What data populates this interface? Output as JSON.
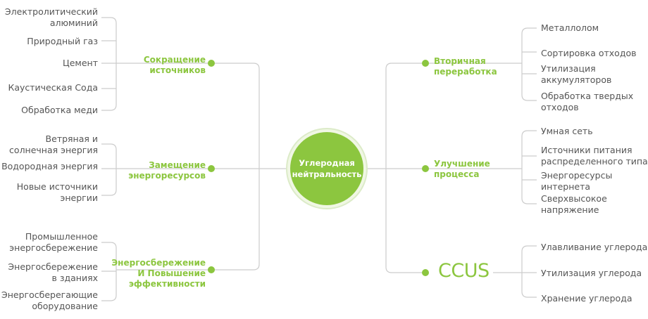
{
  "center": {
    "label": "Углеродная\nнейтральность"
  },
  "colors": {
    "accent": "#8cc63f",
    "line": "#cccccc",
    "text": "#555555"
  },
  "left": [
    {
      "label": "Сокращение\nисточников",
      "items": [
        "Электролитический\nалюминий",
        "Природный газ",
        "Цемент",
        "Каустическая Сода",
        "Обработка меди"
      ]
    },
    {
      "label": "Замещение\nэнергоресурсов",
      "items": [
        "Ветряная и\nсолнечная энергия",
        "Водородная энергия",
        "Новые источники\nэнергии"
      ]
    },
    {
      "label": "Энергосбережение\nИ Повышение\nэффективности",
      "items": [
        "Промышленное\nэнергосбережение",
        "Энергосбережение\nв зданиях",
        "Энергосберегающие\nоборудование"
      ]
    }
  ],
  "right": [
    {
      "label": "Вторичная\nпереработка",
      "items": [
        "Металлолом",
        "Сортировка отходов",
        "Утилизация\nаккумуляторов",
        "Обработка твердых\nотходов"
      ]
    },
    {
      "label": "Улучшение\nпроцесса",
      "items": [
        "Умная сеть",
        "Источники питания\nраспределенного типа",
        "Энергоресурсы\nинтернета",
        "Сверхвысокое\nнапряжение"
      ]
    },
    {
      "label": "CCUS",
      "items": [
        "Улавливание углерода",
        "Утилизация углерода",
        "Хранение углерода"
      ]
    }
  ]
}
